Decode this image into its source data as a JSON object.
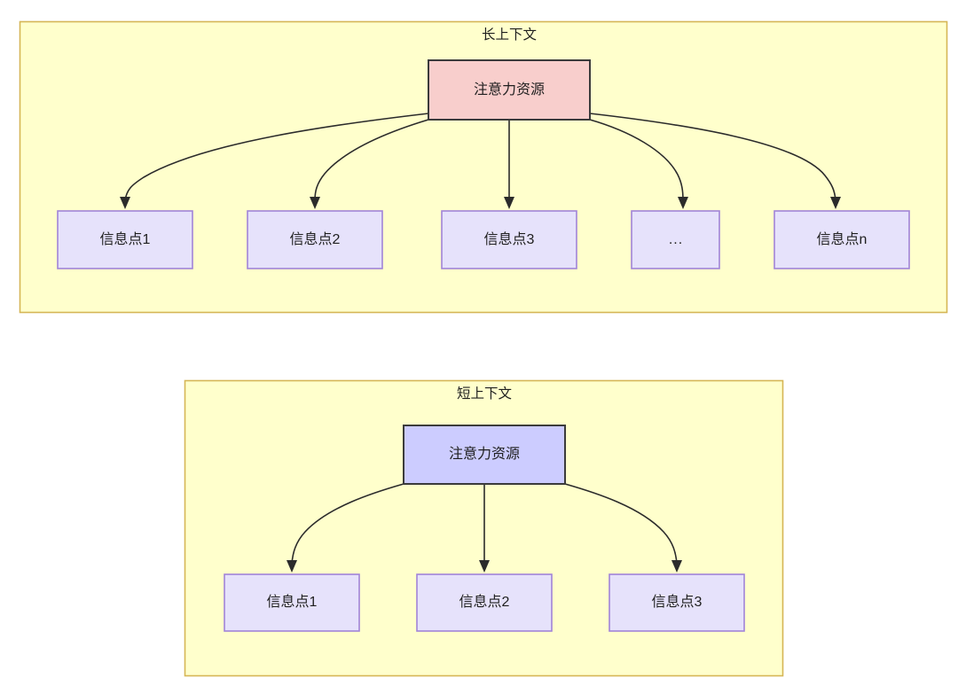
{
  "diagram": {
    "type": "flow-diagram",
    "title": "",
    "colors": {
      "container_fill": "#ffffcc",
      "container_border": "#d6b656",
      "attention_long_fill": "#f8cecc",
      "attention_long_border": "#3b3b3b",
      "attention_short_fill": "#ccccff",
      "attention_short_border": "#3b3b3b",
      "info_fill": "#e6e2fb",
      "info_border": "#a184d8",
      "edge_color": "#2b2b2b",
      "text_color": "#1f1f1f",
      "page_background": "#ffffff"
    },
    "groups": [
      {
        "id": "long-context",
        "title": "长上下文",
        "root": {
          "id": "attention-long",
          "label": "注意力资源"
        },
        "children": [
          {
            "id": "info-long-1",
            "label": "信息点1"
          },
          {
            "id": "info-long-2",
            "label": "信息点2"
          },
          {
            "id": "info-long-3",
            "label": "信息点3"
          },
          {
            "id": "info-long-ellipsis",
            "label": "..."
          },
          {
            "id": "info-long-n",
            "label": "信息点n"
          }
        ]
      },
      {
        "id": "short-context",
        "title": "短上下文",
        "root": {
          "id": "attention-short",
          "label": "注意力资源"
        },
        "children": [
          {
            "id": "info-short-1",
            "label": "信息点1"
          },
          {
            "id": "info-short-2",
            "label": "信息点2"
          },
          {
            "id": "info-short-3",
            "label": "信息点3"
          }
        ]
      }
    ]
  }
}
